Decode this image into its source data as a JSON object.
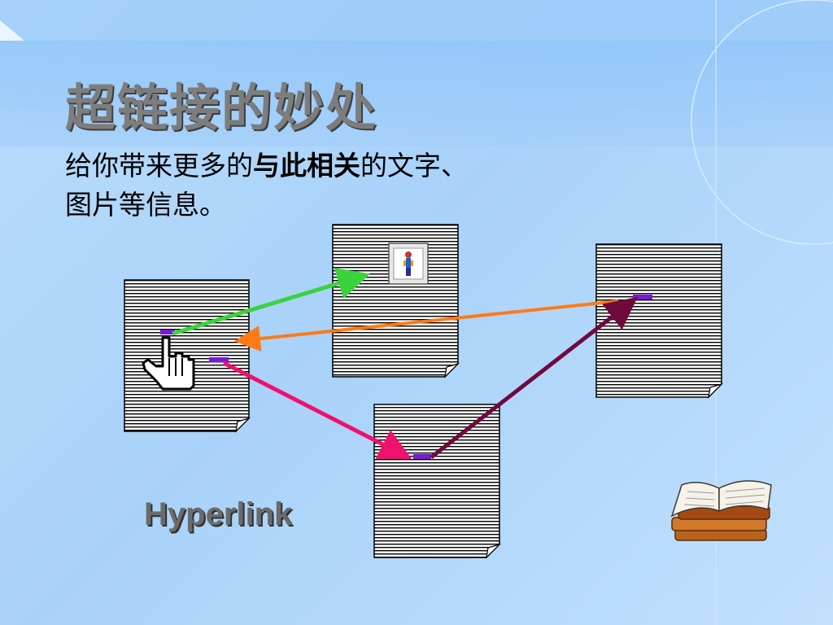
{
  "slide": {
    "title": "超链接的妙处",
    "subtitle_line1_pre": "给你带来更多的",
    "subtitle_line1_bold": "与此相关",
    "subtitle_line1_post": "的文字、",
    "subtitle_line2": "图片等信息。",
    "caption": "Hyperlink"
  },
  "colors": {
    "background": "#b9dcfb",
    "arrow_green": "#3cd23c",
    "arrow_orange": "#ff7a14",
    "arrow_pink": "#f0106e",
    "arrow_maroon": "#6e0a3c",
    "link_marker": "#7a1ad6"
  },
  "icons": [
    "hand-pointer-icon",
    "picture-icon",
    "open-book-icon"
  ]
}
